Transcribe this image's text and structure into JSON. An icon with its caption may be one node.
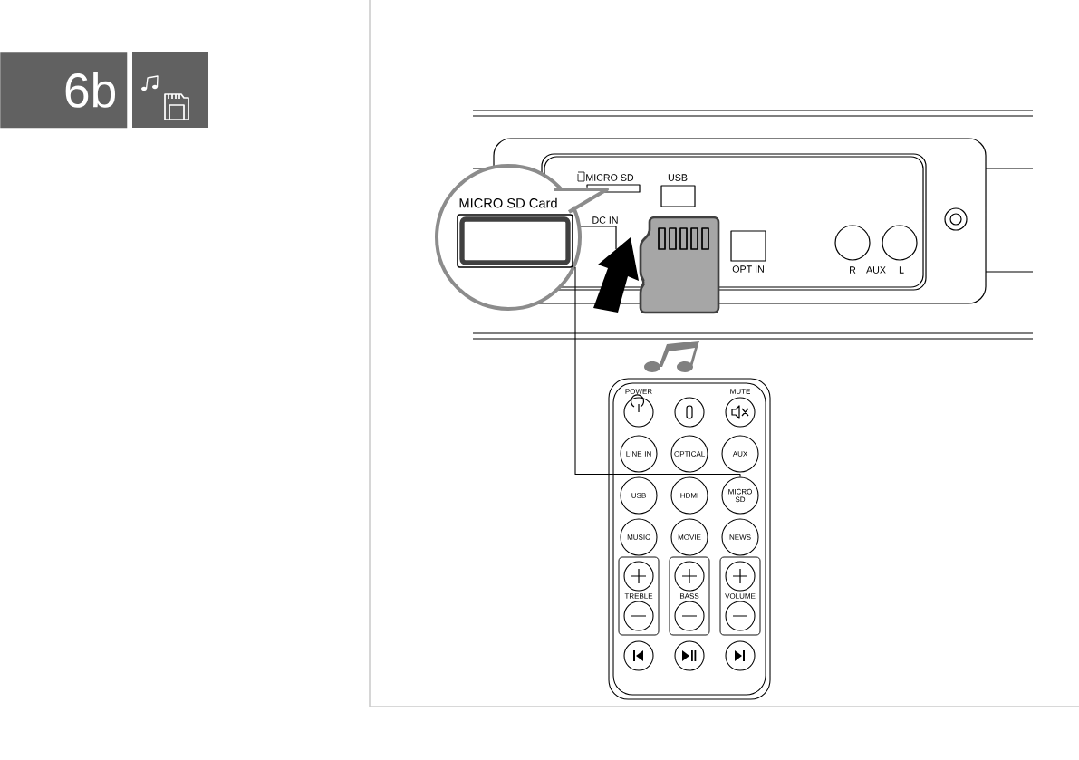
{
  "diagram": {
    "nodes": [
      {
        "text": [
          "6b"
        ]
      },
      {
        "text": [
          "MICRO SD Card"
        ]
      },
      {
        "text": [
          "LINE IN"
        ]
      },
      {
        "text": [
          "OPTICAL"
        ]
      },
      {
        "text": [
          "AUX"
        ]
      },
      {
        "text": [
          "USB"
        ]
      },
      {
        "text": [
          "HDMI"
        ]
      },
      {
        "text": [
          "MICRO SD"
        ]
      },
      {
        "text": [
          "MUSIC"
        ]
      },
      {
        "text": [
          "MOVIE"
        ]
      },
      {
        "text": [
          "NEWS"
        ]
      }
    ],
    "edges": [
      {
        "from": 1,
        "to": 7,
        "arrow": "none"
      }
    ],
    "labels": [
      "MICRO SD",
      "USB",
      "DC IN",
      "OPT IN",
      "R",
      "AUX",
      "L",
      "POWER",
      "MUTE",
      "TREBLE",
      "BASS",
      "VOLUME"
    ]
  }
}
